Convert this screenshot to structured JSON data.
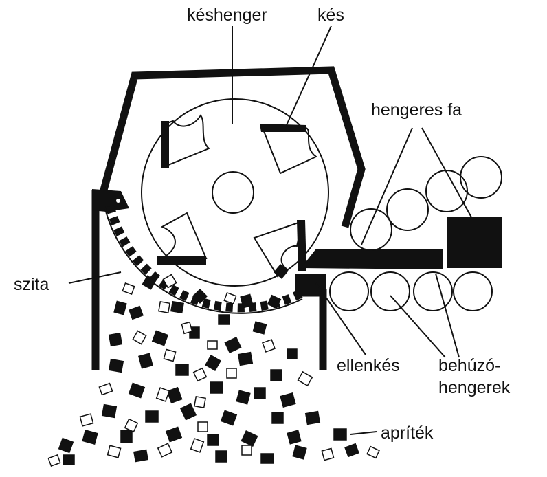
{
  "labels": {
    "cutter_drum": "késhenger",
    "knife": "kés",
    "log": "hengeres fa",
    "screen": "szita",
    "counter_knife": "ellenkés",
    "feed_rollers_line1": "behúzó-",
    "feed_rollers_line2": "hengerek",
    "chips": "apríték"
  },
  "colors": {
    "ink": "#111111",
    "paper": "#ffffff"
  }
}
